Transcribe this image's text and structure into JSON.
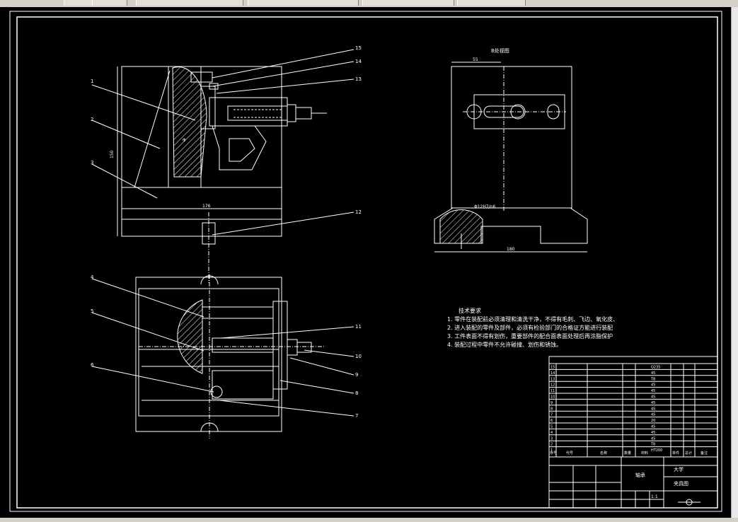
{
  "tabs": [
    "",
    "",
    "",
    "",
    "",
    "",
    ""
  ],
  "view_title": "B处视图",
  "tech_title": "技术要求",
  "tech_lines": [
    "1. 零件在装配前必须清理和清洗干净，不得有毛刺、飞边、氧化皮、",
    "2. 进入装配的零件及部件，必须有检验部门的合格证方能进行装配",
    "3. 工件表面不得有划伤，重要部件的配合面表面处理后再涂脂保护",
    "4. 装配过程中零件不允许碰撞、划伤和锈蚀。"
  ],
  "callouts": [
    "1",
    "2",
    "3",
    "4",
    "5",
    "6",
    "7",
    "8",
    "9",
    "10",
    "11",
    "12",
    "13",
    "14",
    "15"
  ],
  "dims": {
    "main_height": "150",
    "bore": "Φ",
    "fit": "Φ12H7/n6",
    "width_b": "180",
    "offset_b": "55",
    "base": "176"
  },
  "bom": {
    "rows": [
      [
        "15",
        "",
        "",
        "Q235",
        ""
      ],
      [
        "14",
        "",
        "",
        "45",
        ""
      ],
      [
        "13",
        "",
        "",
        "T8",
        ""
      ],
      [
        "12",
        "",
        "",
        "45",
        ""
      ],
      [
        "11",
        "",
        "",
        "45",
        ""
      ],
      [
        "10",
        "",
        "",
        "45",
        ""
      ],
      [
        "9",
        "",
        "",
        "45",
        ""
      ],
      [
        "8",
        "",
        "",
        "45",
        ""
      ],
      [
        "7",
        "",
        "",
        "45",
        ""
      ],
      [
        "6",
        "",
        "",
        "20",
        ""
      ],
      [
        "5",
        "",
        "",
        "45",
        ""
      ],
      [
        "4",
        "",
        "",
        "45",
        ""
      ],
      [
        "3",
        "",
        "",
        "45",
        ""
      ],
      [
        "2",
        "",
        "",
        "T8",
        ""
      ],
      [
        "1",
        "",
        "",
        "HT200",
        ""
      ]
    ],
    "header": [
      "序号",
      "代号",
      "名称",
      "数量",
      "材料",
      "单件",
      "总计",
      "备注"
    ]
  },
  "title_block": {
    "part": "轴承",
    "school": "大学",
    "drawing": "夹具图",
    "title_extra": "",
    "scale": "1:1"
  },
  "colors": {
    "bg": "#000000",
    "line": "#ffffff",
    "hatch": "#ffffff",
    "thin": "#cfcfcf"
  }
}
